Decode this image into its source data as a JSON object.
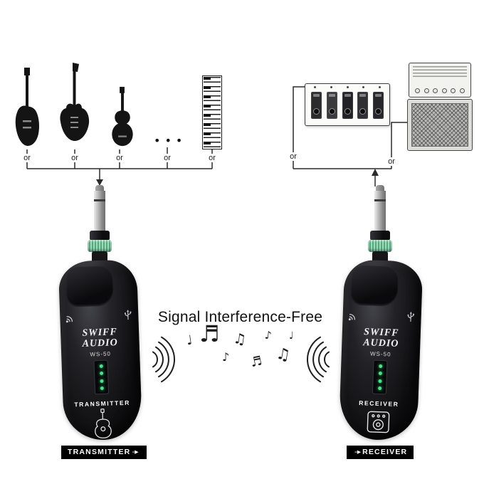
{
  "diagram": {
    "title": "Signal Interference-Free",
    "or_label": "or"
  },
  "device_common": {
    "brand_line1": "SWIFF",
    "brand_line2": "AUDIO",
    "model": "WS-50"
  },
  "transmitter": {
    "panel_label": "TRANSMITTER"
  },
  "receiver": {
    "panel_label": "RECEIVER"
  },
  "badges": {
    "transmitter_label": "TRANSMITTER",
    "receiver_label": "RECEIVER",
    "arrow": "-▸"
  },
  "decor": {
    "music_notes": [
      "♩",
      "♬",
      "♪",
      "♫",
      "♬",
      "♪",
      "♫",
      "♩"
    ],
    "more_dots": "•••"
  },
  "icons": {
    "sources": [
      "electric-guitar-solid",
      "electric-guitar-strat",
      "acoustic-guitar",
      "more-instruments",
      "keyboard-piano"
    ],
    "destinations": [
      "effects-pedalboard",
      "amp-head",
      "speaker-cabinet"
    ],
    "device_icons": [
      "wireless-signal",
      "usb",
      "battery-led",
      "guitar-outline",
      "amp-outline"
    ]
  },
  "colors": {
    "device_body": "#101013",
    "plug_ring_green": "#6cc79b",
    "led_green": "#3fe287",
    "badge_bg": "#000000",
    "badge_text": "#ffffff",
    "line": "#2a2a2a"
  }
}
